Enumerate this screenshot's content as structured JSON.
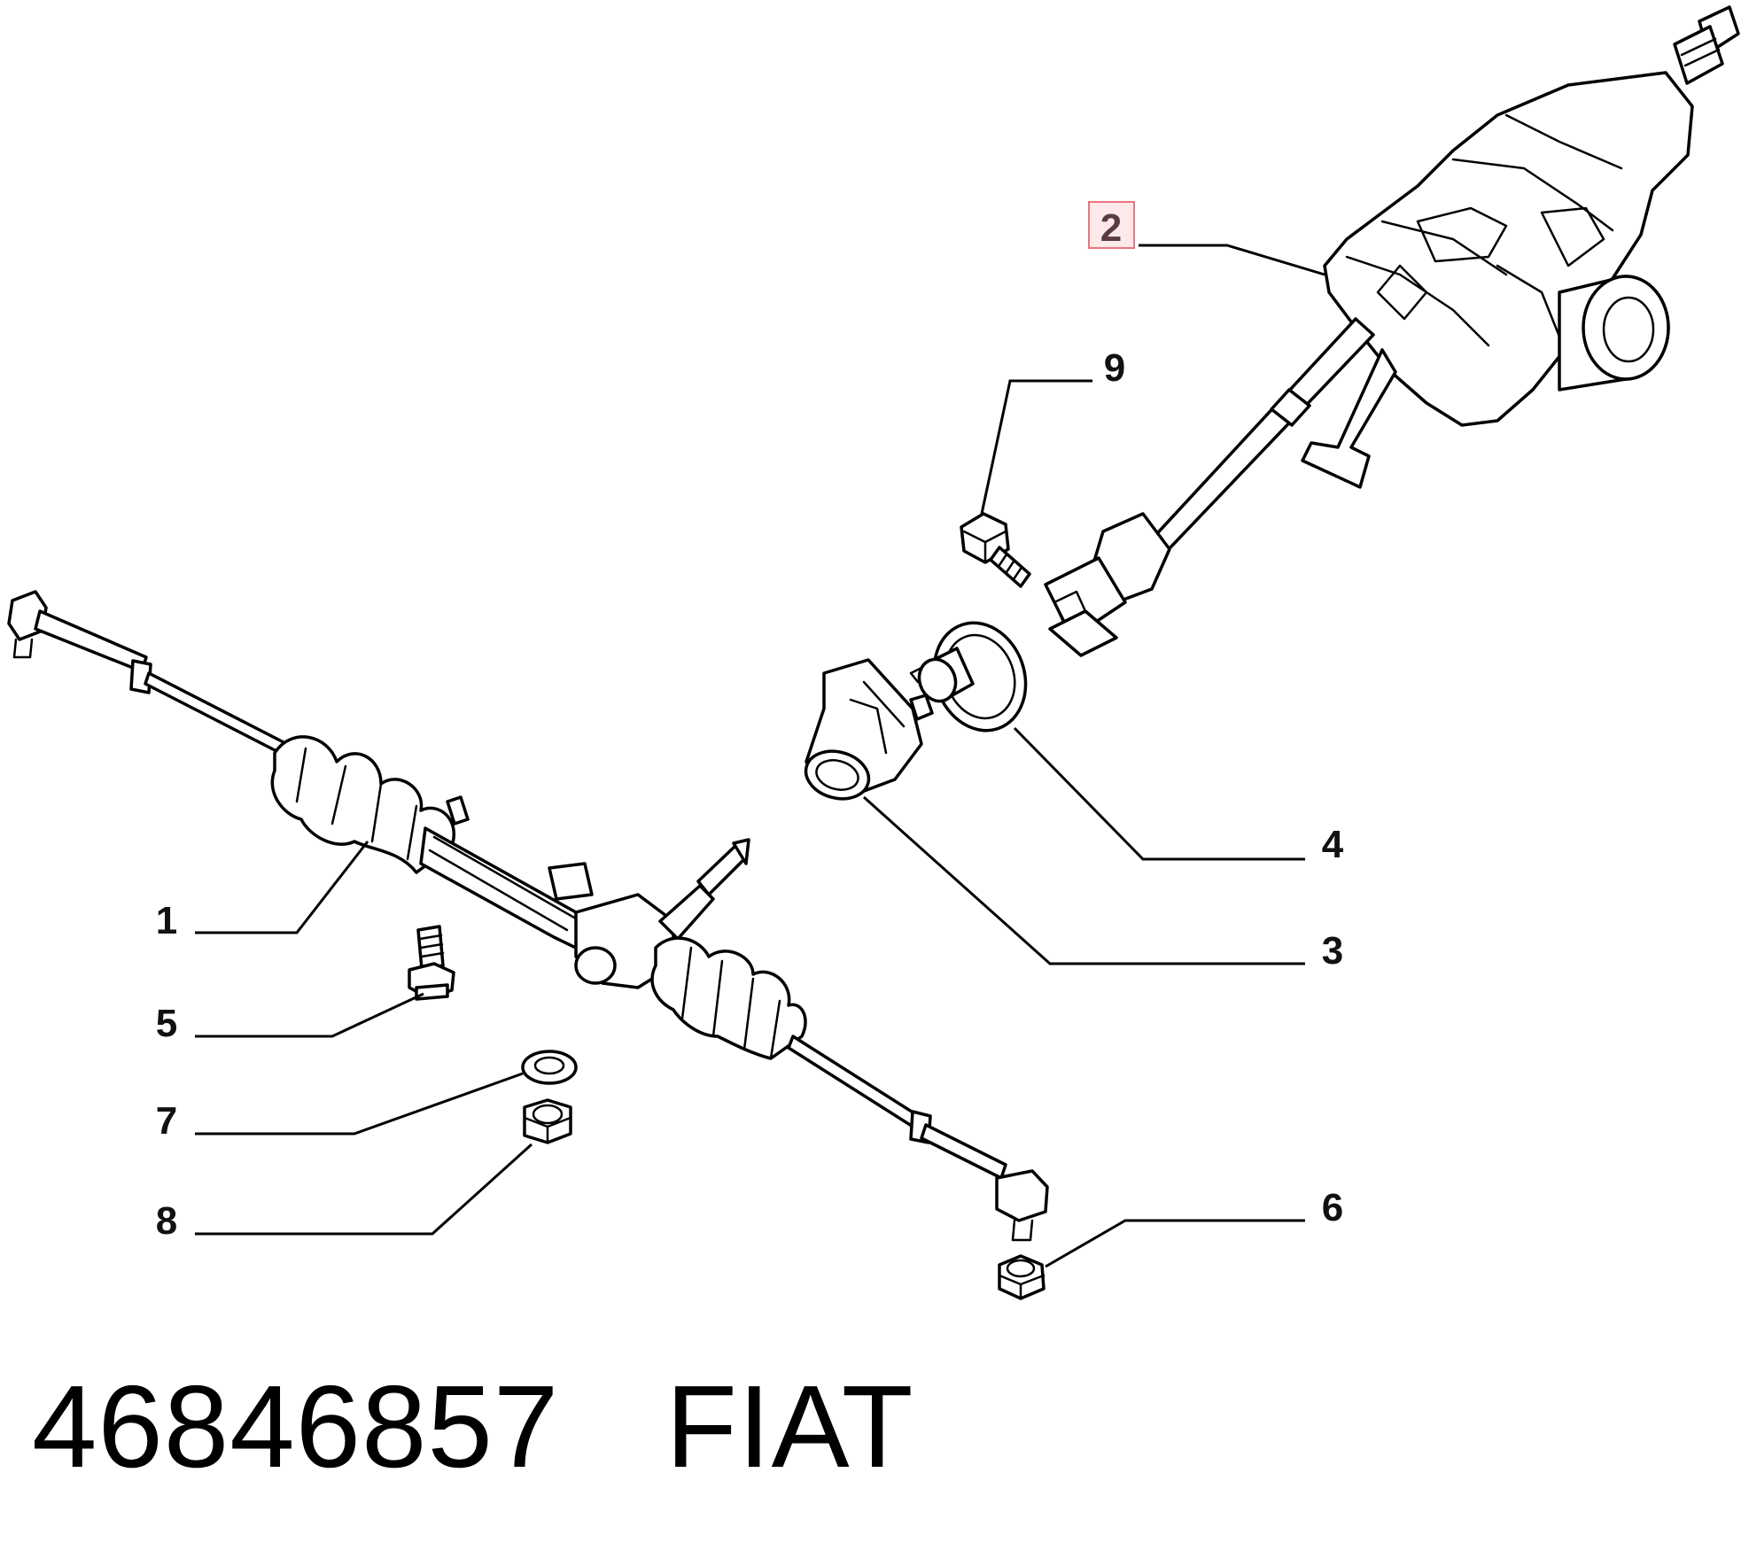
{
  "callouts": [
    {
      "id": "1",
      "label": "1"
    },
    {
      "id": "2",
      "label": "2",
      "highlighted": true
    },
    {
      "id": "3",
      "label": "3"
    },
    {
      "id": "4",
      "label": "4"
    },
    {
      "id": "5",
      "label": "5"
    },
    {
      "id": "6",
      "label": "6"
    },
    {
      "id": "7",
      "label": "7"
    },
    {
      "id": "8",
      "label": "8"
    },
    {
      "id": "9",
      "label": "9"
    }
  ],
  "footer": {
    "part_number": "46846857",
    "brand": "FIAT"
  },
  "colors": {
    "highlight_fill": "#fde8ea",
    "highlight_border": "#e8767f",
    "line": "#000000"
  }
}
